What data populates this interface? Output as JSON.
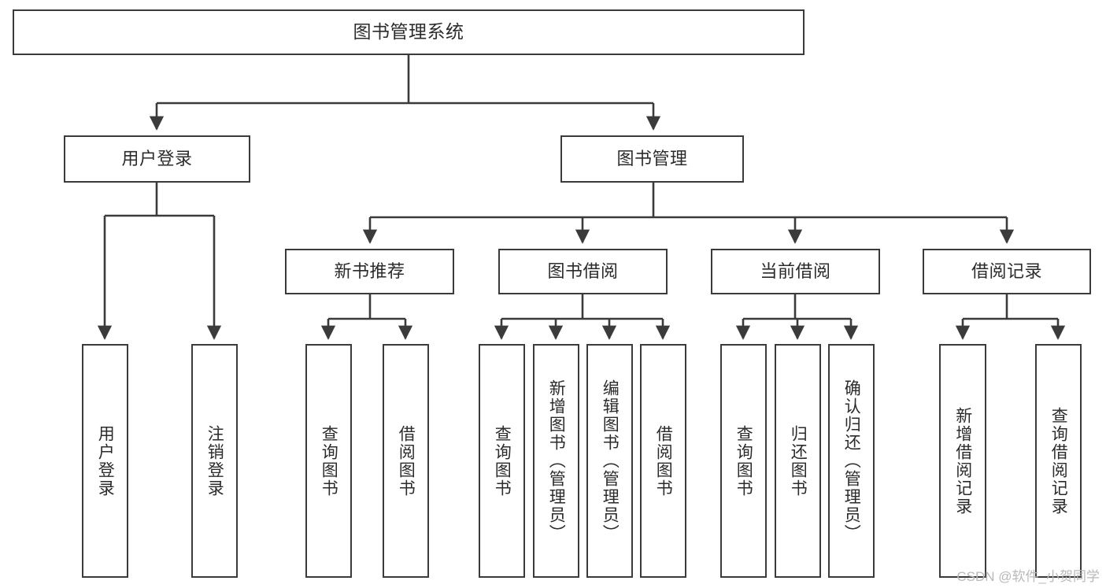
{
  "diagram": {
    "title": "图书管理系统",
    "watermark": "CSDN @软件_小贺同学",
    "colors": {
      "stroke": "#3b3b3b",
      "text": "#2b2b2b",
      "background": "#ffffff",
      "watermark": "#b9b9b9"
    },
    "nodes": {
      "root": "图书管理系统",
      "user_login": "用户登录",
      "book_manage": "图书管理",
      "new_book_rec": "新书推荐",
      "book_borrow": "图书借阅",
      "current_borrow": "当前借阅",
      "borrow_record": "借阅记录",
      "leaf_user_login": "用户登录",
      "leaf_logout": "注销登录",
      "leaf_query_book_1": "查询图书",
      "leaf_borrow_book_1": "借阅图书",
      "leaf_query_book_2": "查询图书",
      "leaf_add_book": "新增图书（管理员）",
      "leaf_edit_book": "编辑图书（管理员）",
      "leaf_borrow_book_2": "借阅图书",
      "leaf_query_book_3": "查询图书",
      "leaf_return_book": "归还图书",
      "leaf_confirm_return": "确认归还（管理员）",
      "leaf_add_record": "新增借阅记录",
      "leaf_query_record": "查询借阅记录"
    }
  }
}
